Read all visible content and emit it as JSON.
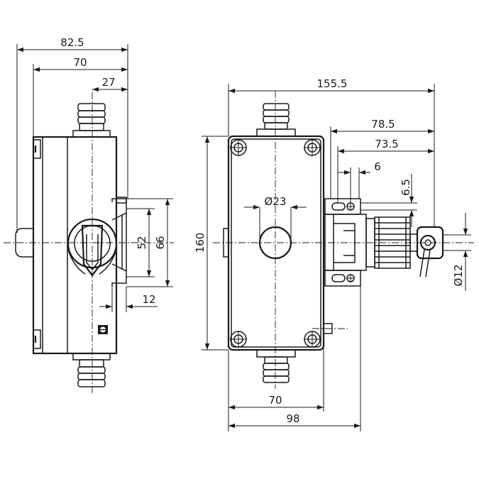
{
  "drawing": {
    "side_view": {
      "dims": {
        "overall_width": "82.5",
        "body_width": "70",
        "gland_offset": "27",
        "hole_spacing_inner": "52",
        "hole_spacing_outer": "66",
        "bracket_offset": "12"
      }
    },
    "front_view": {
      "dims": {
        "overall_length": "155.5",
        "to_eyelet": "78.5",
        "to_spring": "73.5",
        "slot_width": "6",
        "slot_height": "6.5",
        "button_dia": "Ø23",
        "height": "160",
        "eyelet_dia": "Ø12",
        "base_width": "70",
        "base_total": "98"
      }
    }
  }
}
